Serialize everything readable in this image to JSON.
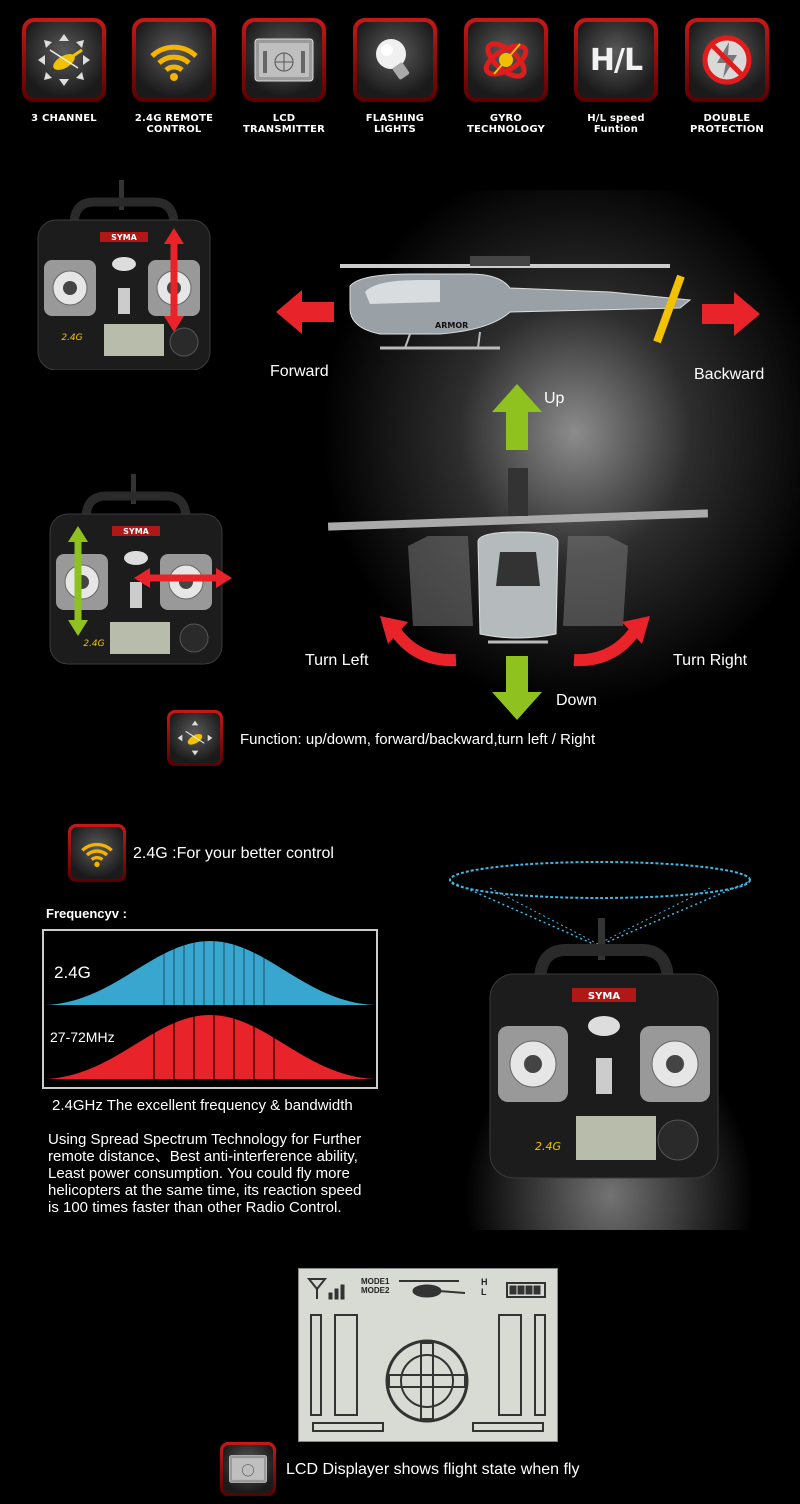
{
  "features": [
    {
      "icon": "helicopter-arrows-icon",
      "label": "3 CHANNEL"
    },
    {
      "icon": "wifi-signal-icon",
      "label": "2.4G REMOTE\nCONTROL"
    },
    {
      "icon": "lcd-transmitter-icon",
      "label": "LCD\nTRANSMITTER"
    },
    {
      "icon": "light-bulb-icon",
      "label": "FLASHING\nLIGHTS"
    },
    {
      "icon": "gyro-icon",
      "label": "GYRO\nTECHNOLOGY"
    },
    {
      "icon": "hl-speed-icon",
      "icon_text": "H/L",
      "label": "H/L speed\nFuntion"
    },
    {
      "icon": "no-lightning-icon",
      "label": "DOUBLE\nPROTECTION"
    }
  ],
  "controls": {
    "forward": "Forward",
    "backward": "Backward",
    "up": "Up",
    "down": "Down",
    "turn_left": "Turn Left",
    "turn_right": "Turn Right",
    "helicopter_brand": "ARMOR",
    "remote_brand": "SYMA",
    "remote_badge": "2.4G",
    "function_text": "Function: up/dowm, forward/backward,turn left / Right"
  },
  "radio": {
    "headline": "2.4G :For your better control",
    "frequency_title": "Frequencyv :",
    "band_24": "2.4G",
    "band_27": "27-72MHz",
    "caption": "2.4GHz  The excellent frequency & bandwidth",
    "paragraph_lines": [
      "Using Spread Spectrum Technology for Further",
      "remote distance、Best anti-interference ability,",
      "Least power consumption. You could fly more",
      "helicopters at the same time, its reaction speed",
      "is 100 times faster than other Radio Control."
    ]
  },
  "lcd": {
    "mode1": "MODE1",
    "mode2": "MODE2",
    "h": "H",
    "l": "L",
    "caption": "LCD Displayer shows flight state when fly"
  },
  "colors": {
    "arrow_red": "#e8242a",
    "arrow_green": "#8fc21f",
    "wave_blue": "#3fb8e6",
    "wave_red": "#e8242a",
    "tile_red": "#c81818"
  }
}
